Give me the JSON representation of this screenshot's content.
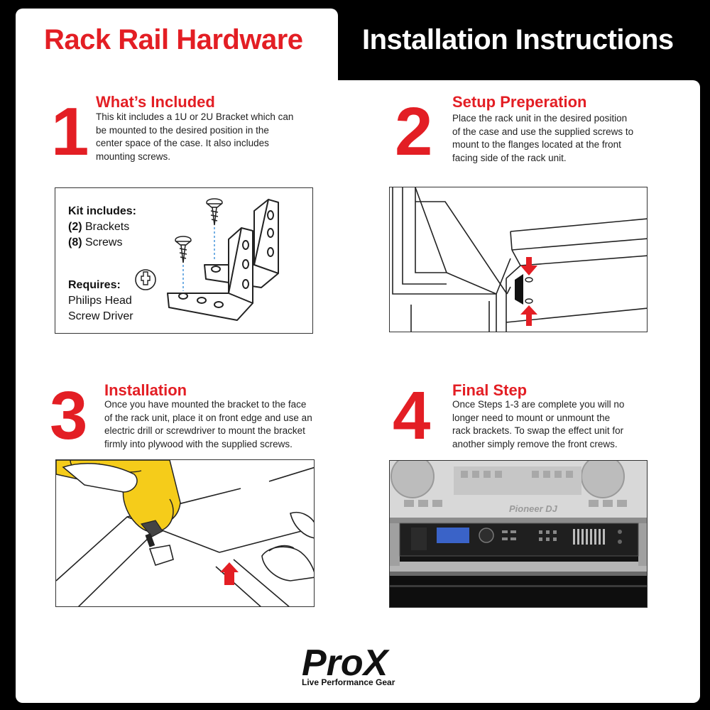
{
  "header": {
    "left_title": "Rack Rail Hardware",
    "right_title": "Installation Instructions"
  },
  "steps": [
    {
      "number": "1",
      "title": "What’s Included",
      "lines": [
        "This kit includes a 1U or 2U Bracket which can",
        "be mounted to the desired position in the",
        "center space of the case. It also includes",
        "mounting screws."
      ]
    },
    {
      "number": "2",
      "title": "Setup Preperation",
      "lines": [
        "Place the rack unit in the desired position",
        "of the case and use the supplied screws to",
        "mount to the flanges located at the front",
        "facing side of the rack unit."
      ]
    },
    {
      "number": "3",
      "title": "Installation",
      "lines": [
        "Once you have mounted the bracket to the face",
        "of the rack unit, place it on front edge and use an",
        "electric drill or screwdriver to mount the bracket",
        "firmly into plywood with the supplied screws."
      ]
    },
    {
      "number": "4",
      "title": "Final Step",
      "lines": [
        "Once Steps 1-3 are complete you will no",
        "longer need to mount or unmount the",
        "rack brackets. To swap the effect unit for",
        "another simply remove the front crews."
      ]
    }
  ],
  "kit": {
    "heading": "Kit includes:",
    "item1_qty": "(2)",
    "item1_name": " Brackets",
    "item2_qty": "(8)",
    "item2_name": " Screws",
    "requires_heading": "Requires:",
    "requires_line1": "Philips Head",
    "requires_line2": "Screw Driver"
  },
  "photo": {
    "brand_text": "Pioneer DJ"
  },
  "brand": {
    "logo_text": "ProX",
    "tagline": "Live Performance Gear"
  },
  "colors": {
    "accent_red": "#e31e24",
    "header_black": "#000000",
    "drill_yellow": "#f5cc1a",
    "lcd_blue": "#3a63c8"
  }
}
